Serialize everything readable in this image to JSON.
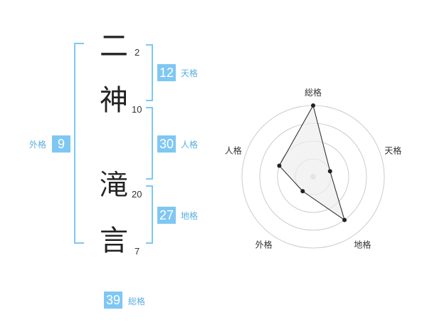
{
  "name": {
    "characters": [
      {
        "char": "二",
        "strokes": "2"
      },
      {
        "char": "神",
        "strokes": "10"
      },
      {
        "char": "滝",
        "strokes": "20"
      },
      {
        "char": "言",
        "strokes": "7"
      }
    ]
  },
  "fortune": {
    "tenkaku": {
      "value": "12",
      "label": "天格"
    },
    "jinkaku": {
      "value": "30",
      "label": "人格"
    },
    "chikaku": {
      "value": "27",
      "label": "地格"
    },
    "gaikaku": {
      "value": "9",
      "label": "外格"
    },
    "soukaku": {
      "value": "39",
      "label": "総格"
    }
  },
  "chart_data": {
    "type": "radar",
    "axes": [
      "総格",
      "天格",
      "地格",
      "外格",
      "人格"
    ],
    "values": [
      4,
      1,
      3,
      1,
      2
    ],
    "max": 4,
    "grid": true,
    "colors": {
      "line": "#222222",
      "fill": "#eeeeee",
      "grid": "#cccccc",
      "center": "#cccccc"
    }
  },
  "colors": {
    "accent": "#7fc7f3",
    "label": "#5aaee0"
  }
}
